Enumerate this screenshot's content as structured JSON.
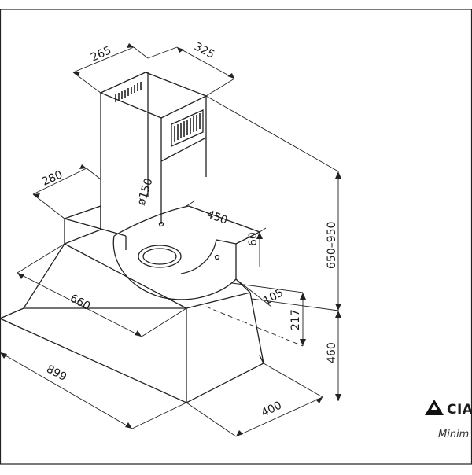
{
  "dimensions": {
    "chimney_depth": "265",
    "chimney_width": "325",
    "upper_ledge": "280",
    "duct_diameter": "ø150",
    "ledge_width": "450",
    "ledge_height": "60",
    "chimney_height_range": "650–950",
    "offset_105": "105",
    "offset_217": "217",
    "hood_width": "660",
    "hood_height": "460",
    "base_width": "899",
    "base_depth": "400"
  },
  "brand": {
    "name": "CIA",
    "tagline": "Minim"
  }
}
